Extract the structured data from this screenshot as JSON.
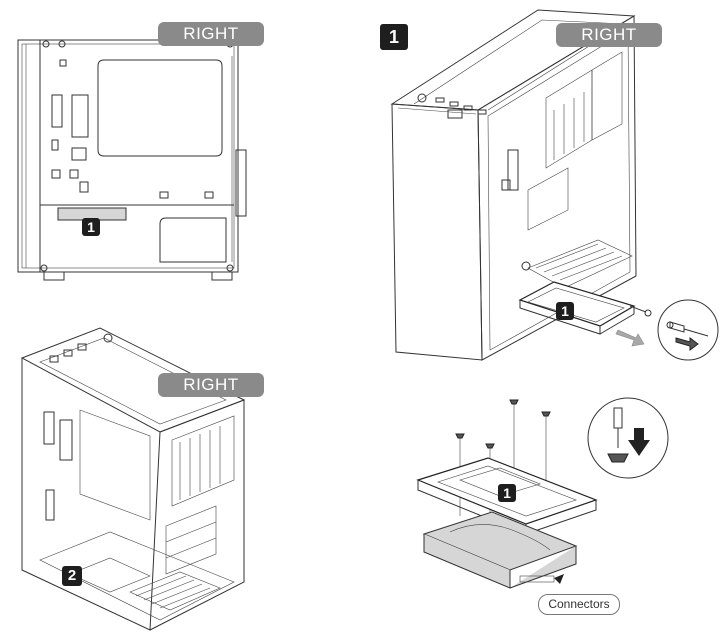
{
  "labels": {
    "side_tab": "RIGHT",
    "step_one": "1",
    "step_two": "2",
    "connectors": "Connectors"
  },
  "colors": {
    "tab_bg": "#8a8a8a",
    "badge_bg": "#1e1e1e",
    "arrow_gray": "#a8a8a8"
  }
}
